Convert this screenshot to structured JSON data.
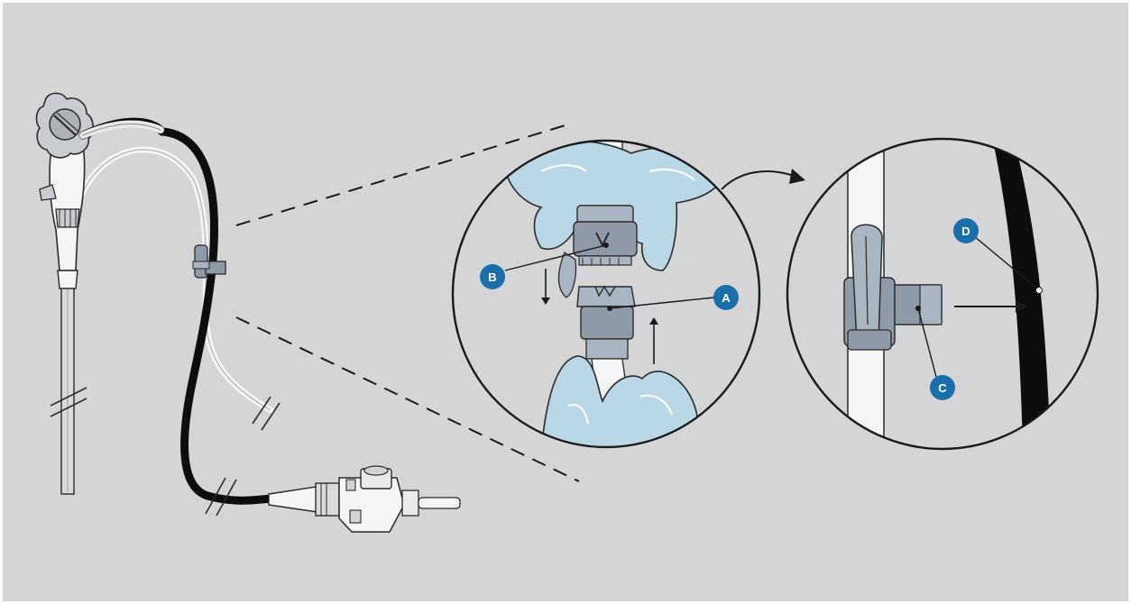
{
  "colors": {
    "background": "#d4d5d7",
    "frame": "#ffffff",
    "callout_fill": "#1b6fa8",
    "callout_text": "#ffffff",
    "scope_black": "#0d0d0d",
    "tube_white": "#f4f5f6",
    "connector_gray": "#8e9aa8",
    "connector_light": "#aab5c2",
    "glove_blue": "#b9d7e5",
    "outline": "#2b2b2b"
  },
  "callouts": {
    "A": "A",
    "B": "B",
    "C": "C",
    "D": "D"
  }
}
